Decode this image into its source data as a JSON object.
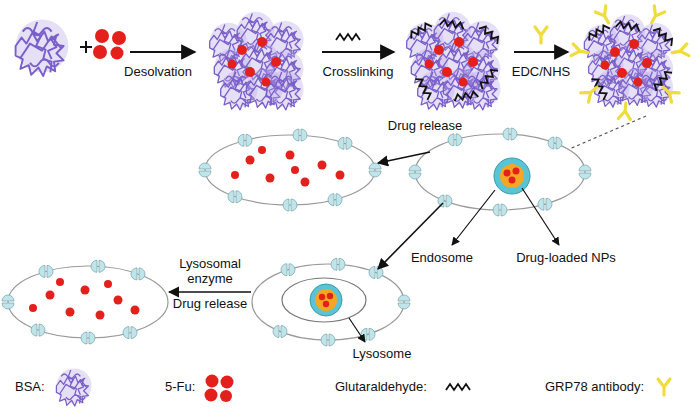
{
  "diagram": {
    "labels": [
      "Desolvation",
      "Crosslinking",
      "EDC/NHS",
      "Drug release",
      "Endosome",
      "Drug-loaded NPs",
      "Lysosomal enzyme",
      "Drug release",
      "Lysosome"
    ],
    "legend": [
      {
        "text": "BSA:"
      },
      {
        "text": "5-Fu:"
      },
      {
        "text": "Glutaraldehyde:"
      },
      {
        "text": "GRP78 antibody:"
      }
    ]
  }
}
